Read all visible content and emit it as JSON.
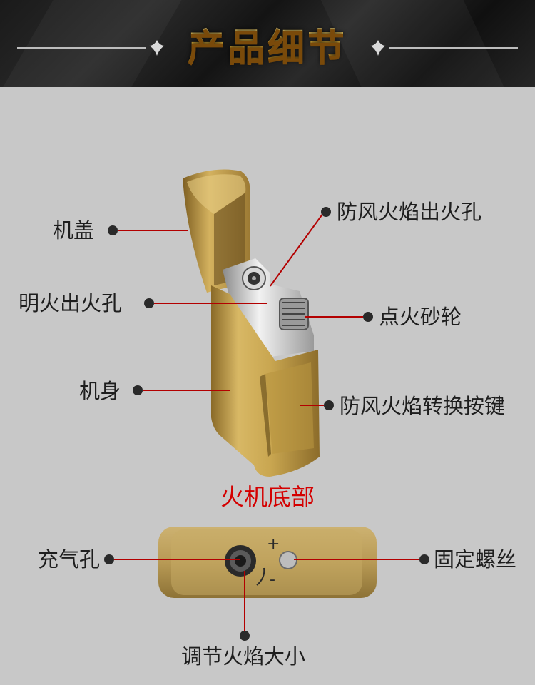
{
  "header": {
    "title": "产品细节"
  },
  "callouts": {
    "lid": "机盖",
    "flame_hole": "明火出火孔",
    "body": "机身",
    "windproof_hole": "防风火焰出火孔",
    "flint_wheel": "点火砂轮",
    "switch_button": "防风火焰转换按键",
    "refill_hole": "充气孔",
    "screw": "固定螺丝",
    "adjust": "调节火焰大小"
  },
  "bottom_section": {
    "title": "火机底部",
    "plus": "+",
    "minus": "-"
  },
  "colors": {
    "leader": "#b30000",
    "section_title": "#d40000",
    "background": "#c8c8c8",
    "gold": "#c7a24a"
  }
}
